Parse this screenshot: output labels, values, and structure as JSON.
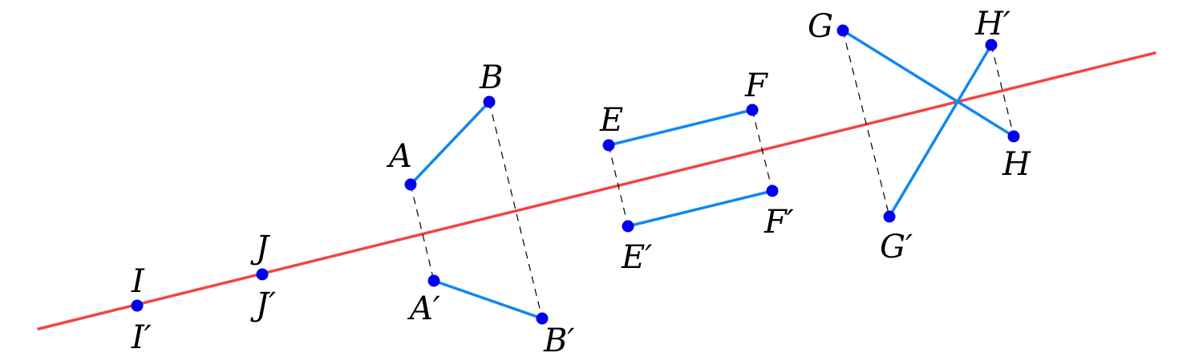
{
  "colors": {
    "mirror_line": "#f44444",
    "segment": "#1188ee",
    "point": "#0000ee",
    "guide": "#000000",
    "label": "#000000"
  },
  "labels": {
    "A": "A",
    "B": "B",
    "E": "E",
    "F": "F",
    "G": "G",
    "H": "H",
    "I": "I",
    "J": "J",
    "A_prime": "A′",
    "B_prime": "B′",
    "E_prime": "E′",
    "F_prime": "F′",
    "G_prime": "G′",
    "H_prime": "H′",
    "I_prime": "I′",
    "J_prime": "J′"
  }
}
